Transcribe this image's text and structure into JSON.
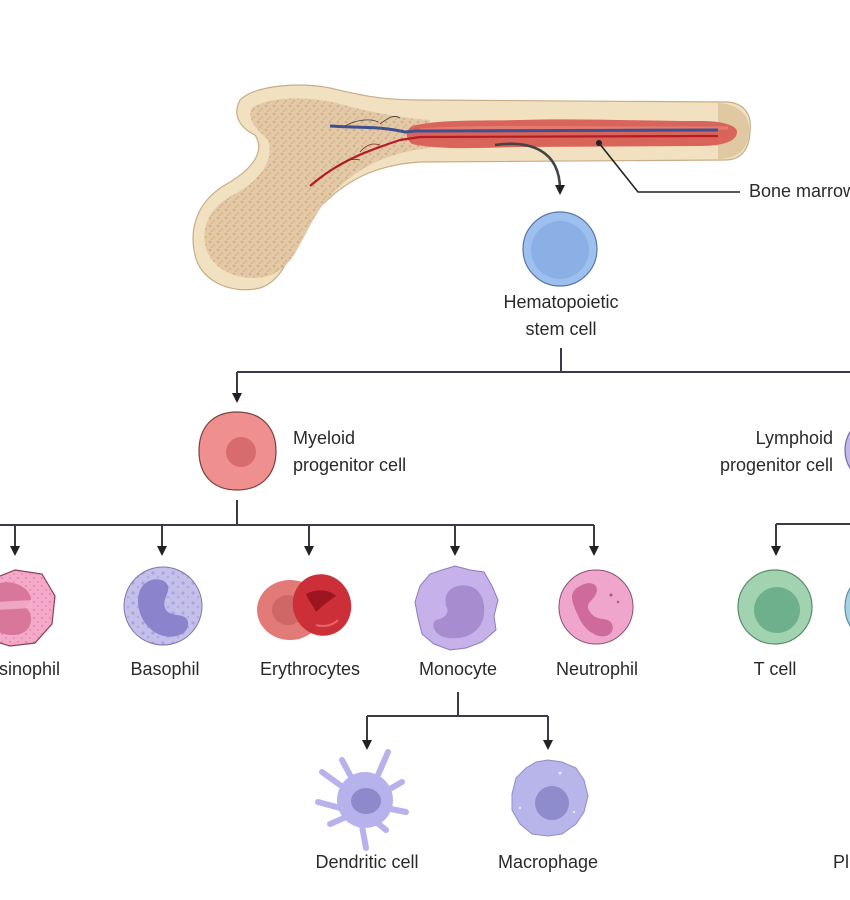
{
  "title": "Hematopoiesis from bone marrow",
  "colors": {
    "bone_outer": "#f1e1c0",
    "bone_spongy": "#dfc3a2",
    "marrow": "#d9645a",
    "vein": "#3f4f8f",
    "artery": "#b71c24",
    "line": "#2a2a2a",
    "stem_cell": "#8fb6ec",
    "myeloid": "#ef8f8f",
    "lymphoid": "#b9aee6",
    "t_cell": "#95cfa5",
    "b_cell": "#a7d2e3"
  },
  "bone": {
    "label": "Bone marrow"
  },
  "stem": {
    "name": "Hematopoietic stem cell",
    "line1": "Hematopoietic",
    "line2": "stem cell"
  },
  "progenitors": {
    "myeloid": {
      "line1": "Myeloid",
      "line2": "progenitor cell"
    },
    "lymphoid": {
      "line1": "Lymphoid",
      "line2": "progenitor cell"
    }
  },
  "myeloid_cells": [
    {
      "id": "eosinophil",
      "label": "Eosinophil",
      "visible_label": "sinophil"
    },
    {
      "id": "basophil",
      "label": "Basophil"
    },
    {
      "id": "erythrocytes",
      "label": "Erythrocytes"
    },
    {
      "id": "monocyte",
      "label": "Monocyte"
    },
    {
      "id": "neutrophil",
      "label": "Neutrophil"
    }
  ],
  "lymphoid_cells": [
    {
      "id": "t-cell",
      "label": "T cell"
    }
  ],
  "monocyte_derived": [
    {
      "id": "dendritic",
      "label": "Dendritic cell"
    },
    {
      "id": "macrophage",
      "label": "Macrophage"
    }
  ],
  "cutoff_label": "Pl"
}
